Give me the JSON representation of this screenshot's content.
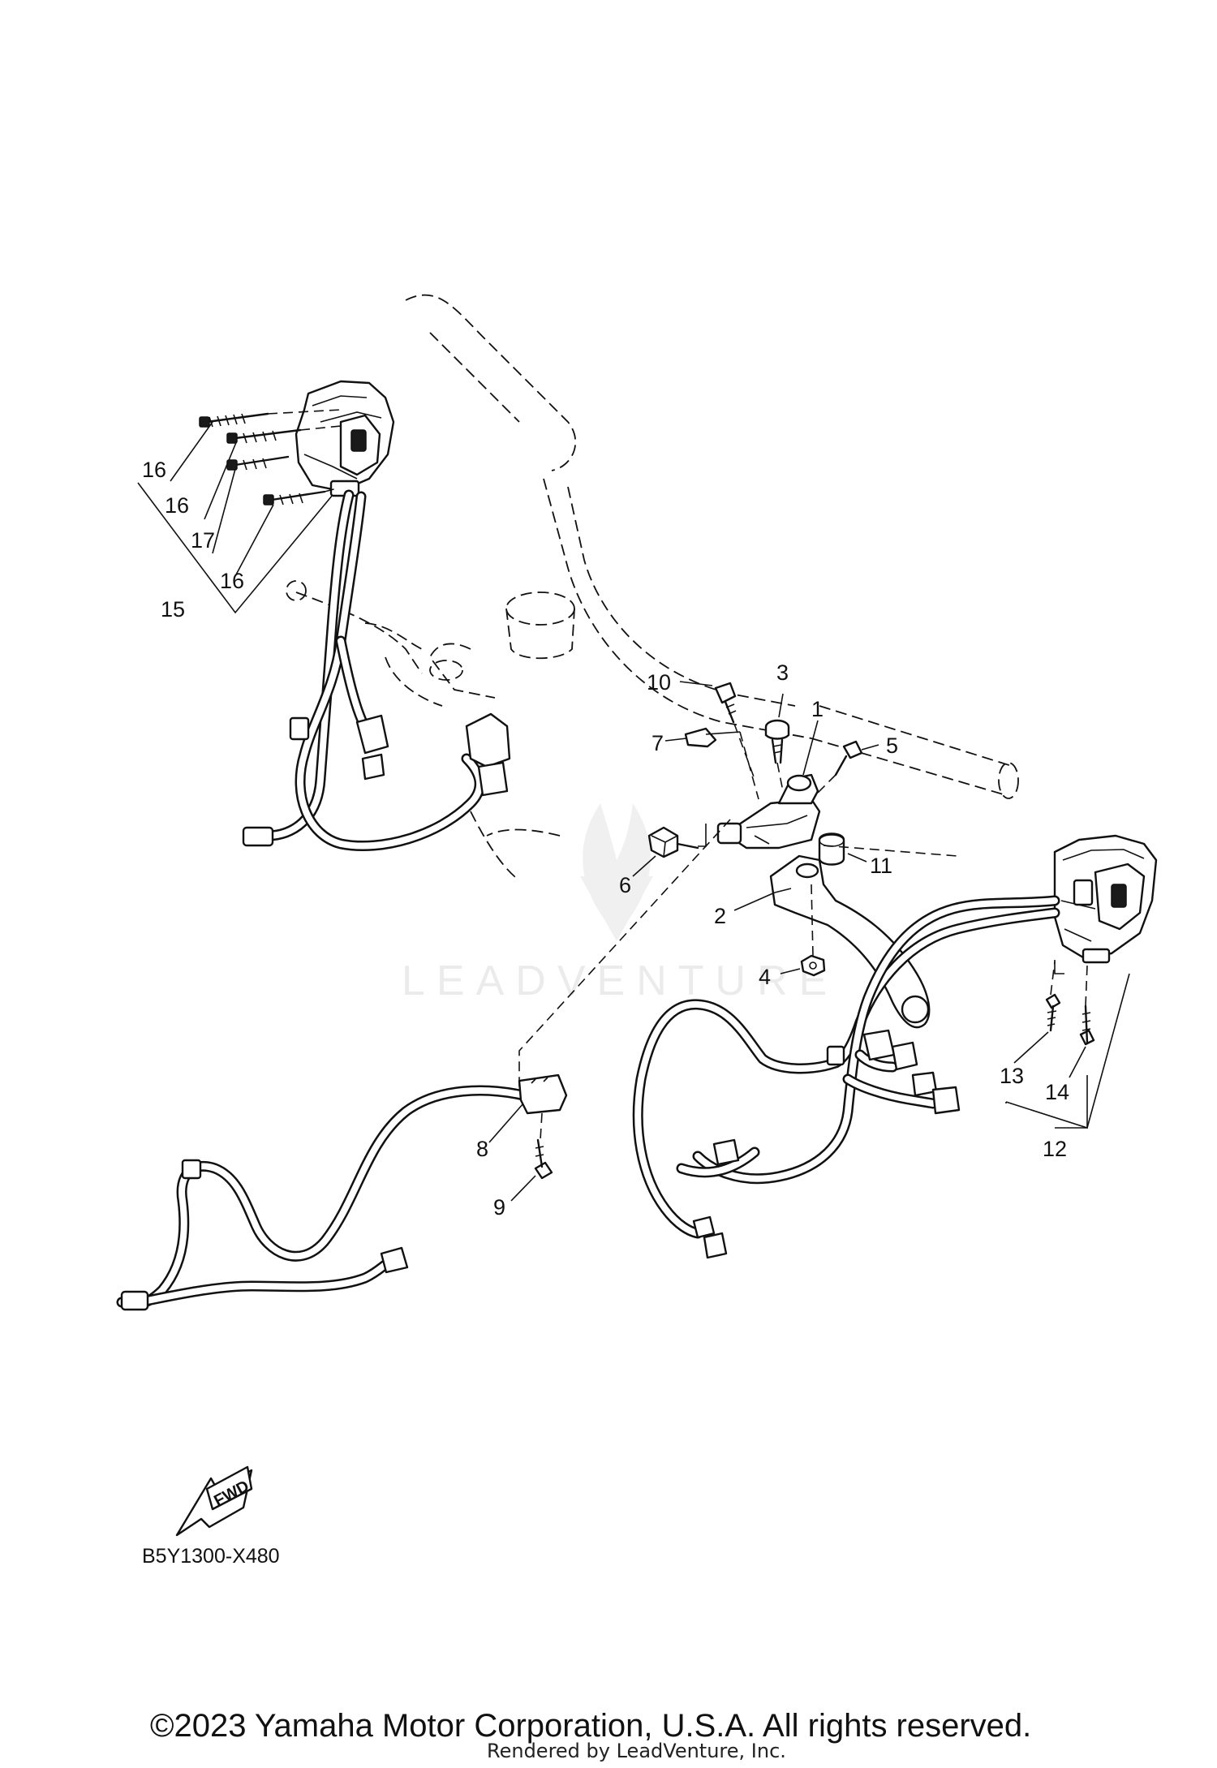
{
  "diagram": {
    "callouts": {
      "c1": "1",
      "c2": "2",
      "c3": "3",
      "c4": "4",
      "c5": "5",
      "c6": "6",
      "c7": "7",
      "c8": "8",
      "c9": "9",
      "c10": "10",
      "c11": "11",
      "c12": "12",
      "c13": "13",
      "c14": "14",
      "c15": "15",
      "c16a": "16",
      "c16b": "16",
      "c16c": "16",
      "c17": "17"
    },
    "direction_arrow": "FWD",
    "diagram_code": "B5Y1300-X480",
    "watermark": "LEADVENTURE",
    "copyright": "©2023 Yamaha Motor Corporation, U.S.A. All rights reserved.",
    "rendered_by": "Rendered by LeadVenture, Inc."
  }
}
